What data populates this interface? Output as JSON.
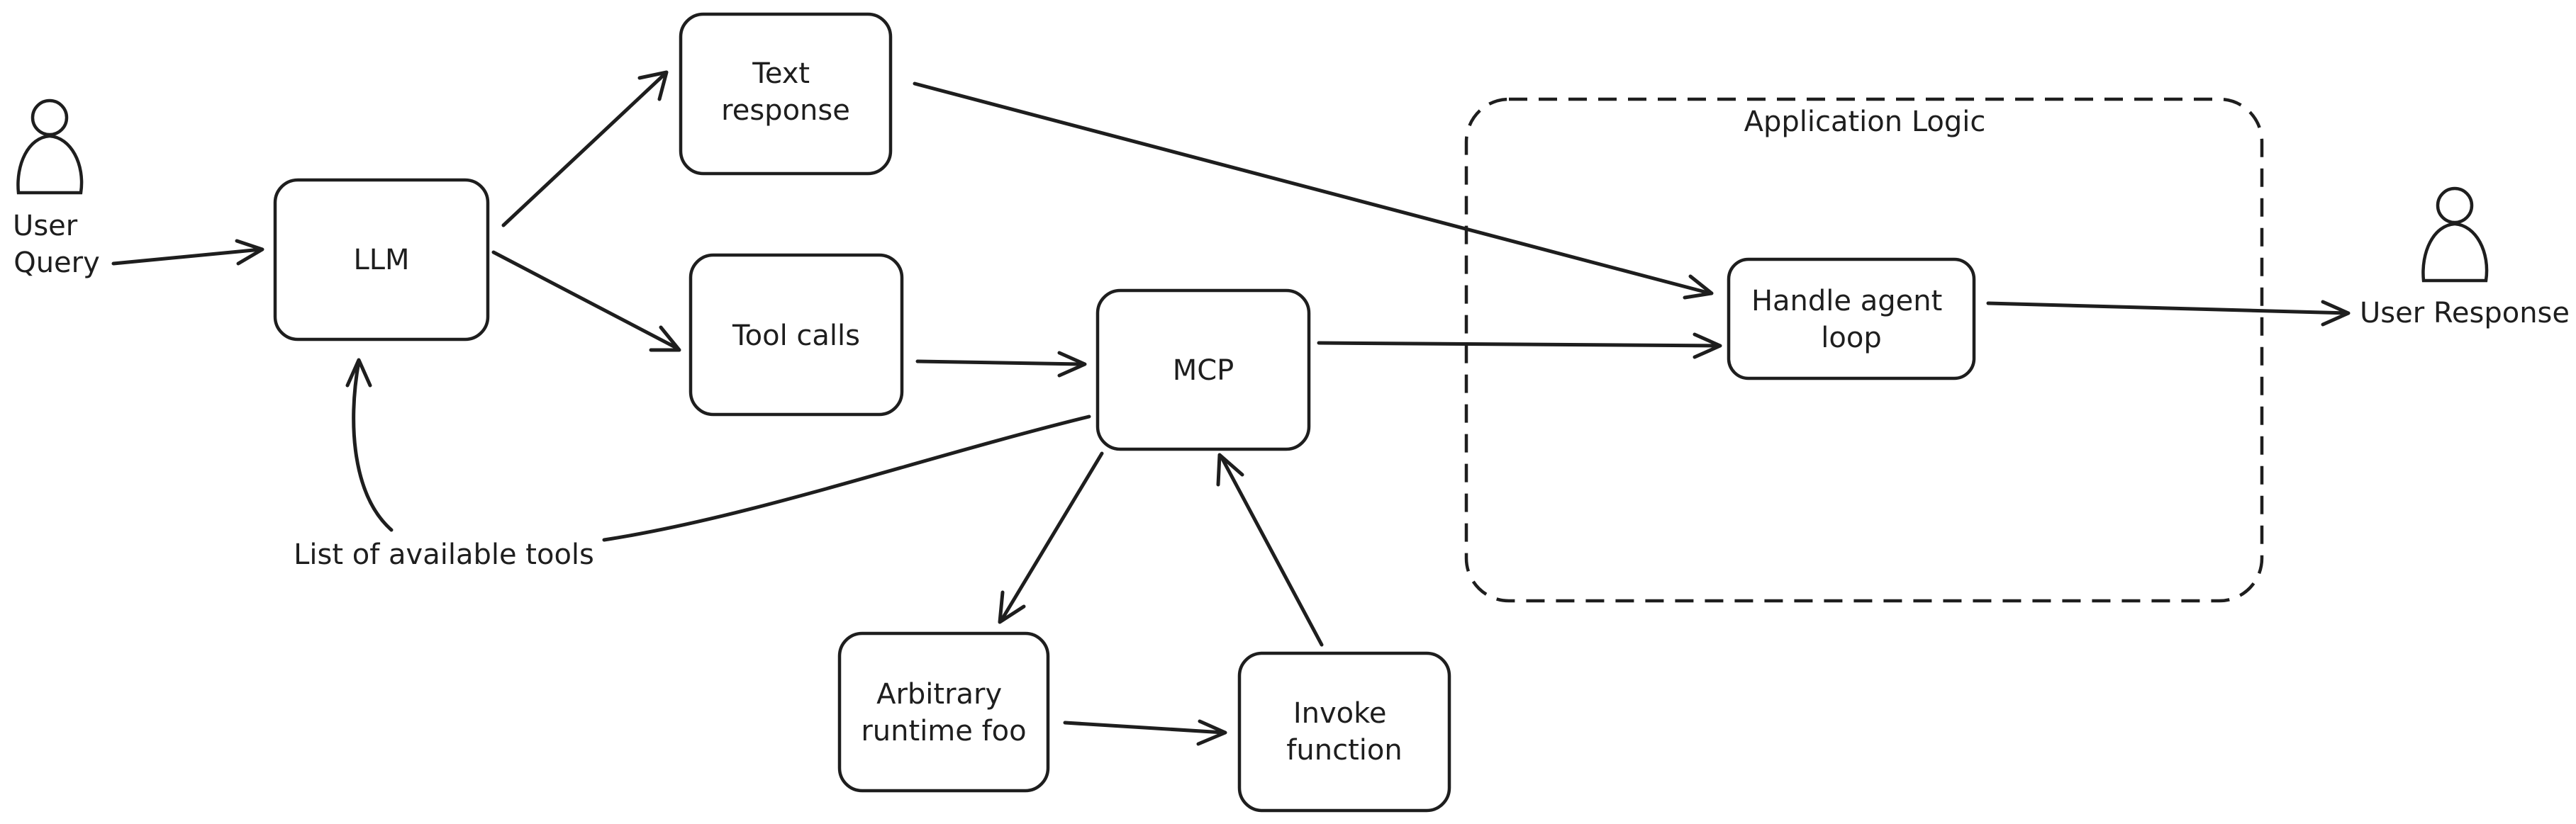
{
  "actors": {
    "user_query": [
      "User",
      "Query"
    ],
    "user_response": "User Response"
  },
  "nodes": {
    "llm": [
      "LLM"
    ],
    "text_response": [
      "Text",
      "response"
    ],
    "tool_calls": [
      "Tool calls"
    ],
    "mcp": [
      "MCP"
    ],
    "handle_agent_loop": [
      "Handle agent",
      "loop"
    ],
    "arbitrary_runtime": [
      "Arbitrary",
      "runtime foo"
    ],
    "invoke_function": [
      "Invoke",
      "function"
    ]
  },
  "group": {
    "title": "Application Logic"
  },
  "edge_labels": {
    "tools_list": "List of available tools"
  }
}
